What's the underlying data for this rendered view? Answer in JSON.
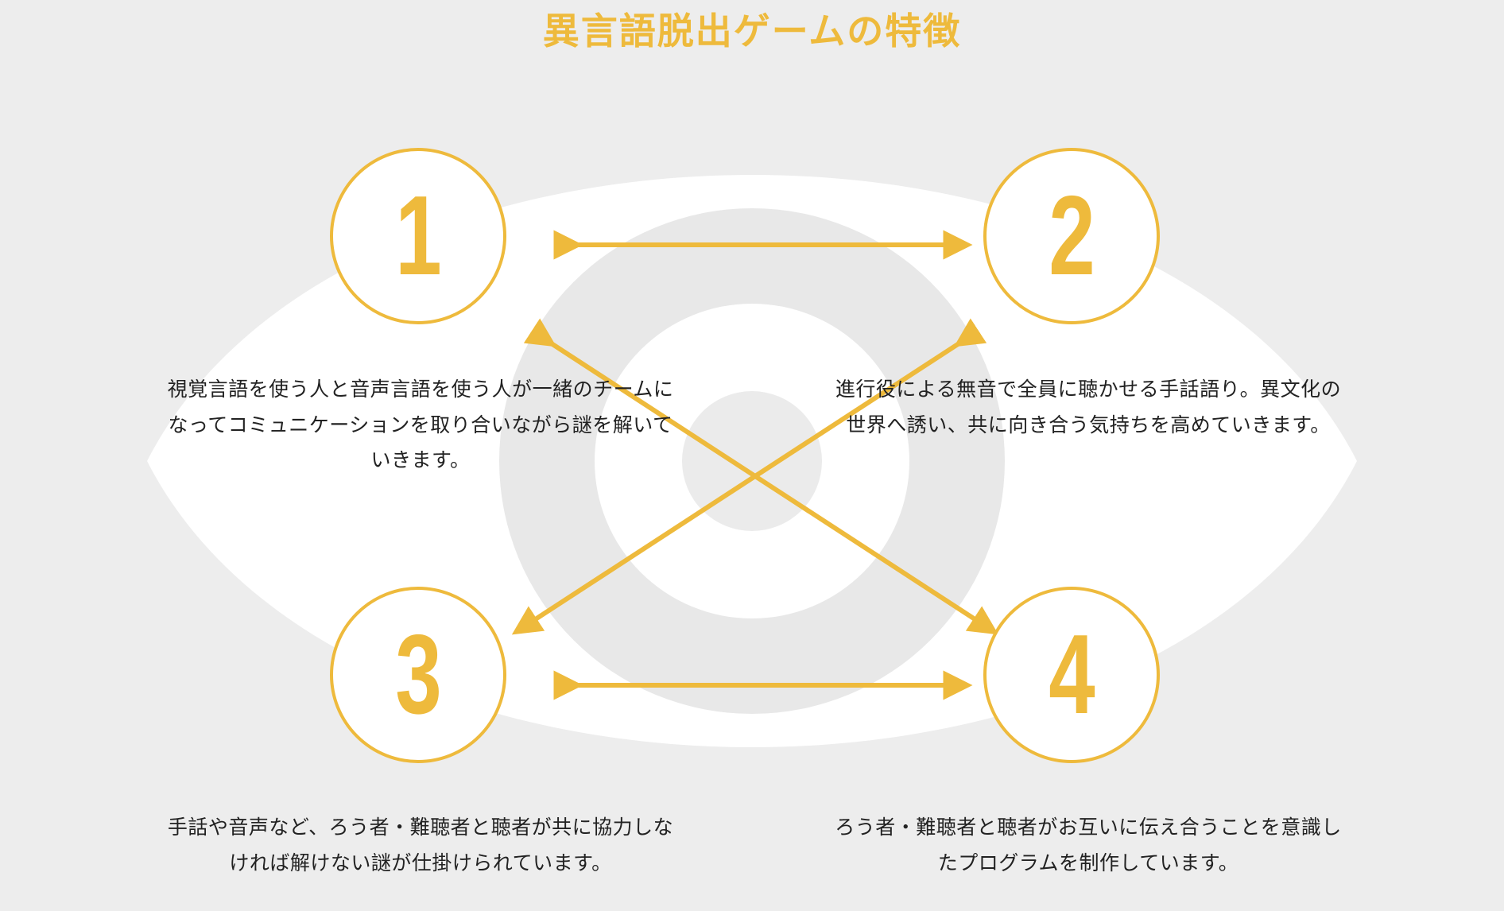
{
  "page": {
    "title": "異言語脱出ゲームの特徴",
    "background_color": "#ededed",
    "accent_color": "#eeba3c",
    "text_color": "#222222",
    "sclera_color": "#ffffff",
    "iris_color": "#e8e8e8",
    "pupil_color": "#ebebeb"
  },
  "nodes": [
    {
      "number": "1",
      "label_name": "node-one"
    },
    {
      "number": "2",
      "label_name": "node-two"
    },
    {
      "number": "3",
      "label_name": "node-three"
    },
    {
      "number": "4",
      "label_name": "node-four"
    }
  ],
  "descriptions": [
    {
      "text": "視覚言語を使う人と音声言語を使う人が一緒のチームになってコミュニケーションを取り合いながら謎を解いていきます。"
    },
    {
      "text": "進行役による無音で全員に聴かせる手話語り。異文化の世界へ誘い、共に向き合う気持ちを高めていきます。"
    },
    {
      "text": "手話や音声など、ろう者・難聴者と聴者が共に協力しなければ解けない謎が仕掛けられています。"
    },
    {
      "text": "ろう者・難聴者と聴者がお互いに伝え合うことを意識したプログラムを制作しています。"
    }
  ],
  "connectors": [
    {
      "name": "arrow-1-to-2",
      "from": "1",
      "to": "2",
      "style": "double-headed",
      "orientation": "horizontal"
    },
    {
      "name": "arrow-3-to-4",
      "from": "3",
      "to": "4",
      "style": "double-headed",
      "orientation": "horizontal"
    },
    {
      "name": "arrow-1-to-4",
      "from": "1",
      "to": "4",
      "style": "double-headed",
      "orientation": "diagonal"
    },
    {
      "name": "arrow-2-to-3",
      "from": "2",
      "to": "3",
      "style": "double-headed",
      "orientation": "diagonal"
    }
  ]
}
